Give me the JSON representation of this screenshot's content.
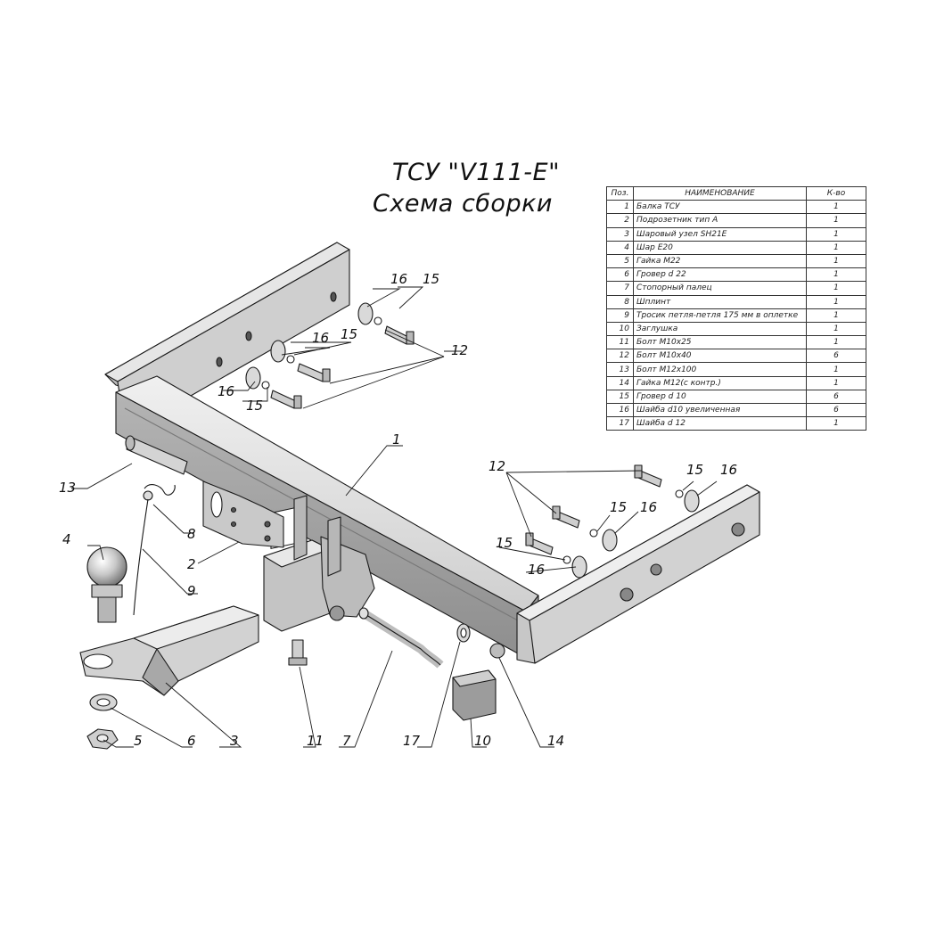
{
  "title": {
    "line1": "ТСУ \"V111-E\"",
    "line2": "Схема сборки"
  },
  "table": {
    "headers": {
      "pos": "Поз.",
      "name": "НАИМЕНОВАНИЕ",
      "qty": "К-во"
    },
    "rows": [
      {
        "pos": "1",
        "name": "Балка ТСУ",
        "qty": "1"
      },
      {
        "pos": "2",
        "name": "Подрозетник тип A",
        "qty": "1"
      },
      {
        "pos": "3",
        "name": "Шаровый узел SH21E",
        "qty": "1"
      },
      {
        "pos": "4",
        "name": "Шар E20",
        "qty": "1"
      },
      {
        "pos": "5",
        "name": "Гайка M22",
        "qty": "1"
      },
      {
        "pos": "6",
        "name": "Гровер d 22",
        "qty": "1"
      },
      {
        "pos": "7",
        "name": "Стопорный палец",
        "qty": "1"
      },
      {
        "pos": "8",
        "name": "Шплинт",
        "qty": "1"
      },
      {
        "pos": "9",
        "name": "Тросик петля-петля 175 мм в оплетке",
        "qty": "1"
      },
      {
        "pos": "10",
        "name": "Заглушка",
        "qty": "1"
      },
      {
        "pos": "11",
        "name": "Болт M10x25",
        "qty": "1"
      },
      {
        "pos": "12",
        "name": "Болт M10x40",
        "qty": "6"
      },
      {
        "pos": "13",
        "name": "Болт M12x100",
        "qty": "1"
      },
      {
        "pos": "14",
        "name": "Гайка M12(с контр.)",
        "qty": "1"
      },
      {
        "pos": "15",
        "name": "Гровер d 10",
        "qty": "6"
      },
      {
        "pos": "16",
        "name": "Шайба d10 увеличенная",
        "qty": "6"
      },
      {
        "pos": "17",
        "name": "Шайба d 12",
        "qty": "1"
      }
    ]
  },
  "callouts": {
    "c1": "1",
    "c2": "2",
    "c3": "3",
    "c4": "4",
    "c5": "5",
    "c6": "6",
    "c7": "7",
    "c8": "8",
    "c9": "9",
    "c10": "10",
    "c11": "11",
    "c12a": "12",
    "c12b": "12",
    "c13": "13",
    "c14": "14",
    "c15a": "15",
    "c15b": "15",
    "c15c": "15",
    "c15d": "15",
    "c15e": "15",
    "c15f": "15",
    "c16a": "16",
    "c16b": "16",
    "c16c": "16",
    "c16d": "16",
    "c16e": "16",
    "c16f": "16",
    "c17": "17"
  },
  "colors": {
    "metal_light": "#e4e4e4",
    "metal_mid": "#bdbdbd",
    "metal_dark": "#8c8c8c",
    "line": "#1a1a1a"
  }
}
